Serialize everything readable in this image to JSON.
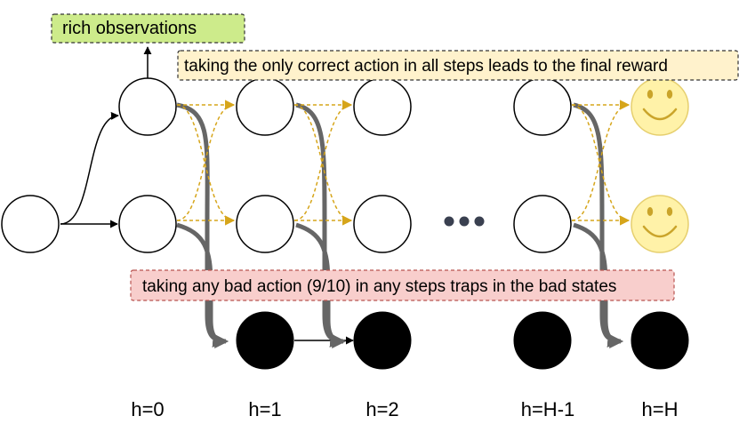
{
  "annotations": {
    "rich_observations": "rich observations",
    "correct_path": "taking the only correct action in all steps leads to the final reward",
    "bad_path": "taking any bad action (9/10) in any steps traps in the bad states"
  },
  "step_labels": [
    "h=0",
    "h=1",
    "h=2",
    "h=H-1",
    "h=H"
  ],
  "colors": {
    "green_box_fill": "#cdeb8b",
    "yellow_box_fill": "#fff2cc",
    "red_box_fill": "#f8cecc",
    "red_box_border": "#b85450",
    "gold_arrow": "#d6a51a",
    "gray_arrow": "#666666",
    "smiley_fill": "#fff2a8",
    "smiley_stroke": "#e6cf6e",
    "smiley_feature": "#caa42a",
    "ellipsis_dots": "#3a4050"
  },
  "icons": {
    "reward": "smiley-face-icon"
  }
}
